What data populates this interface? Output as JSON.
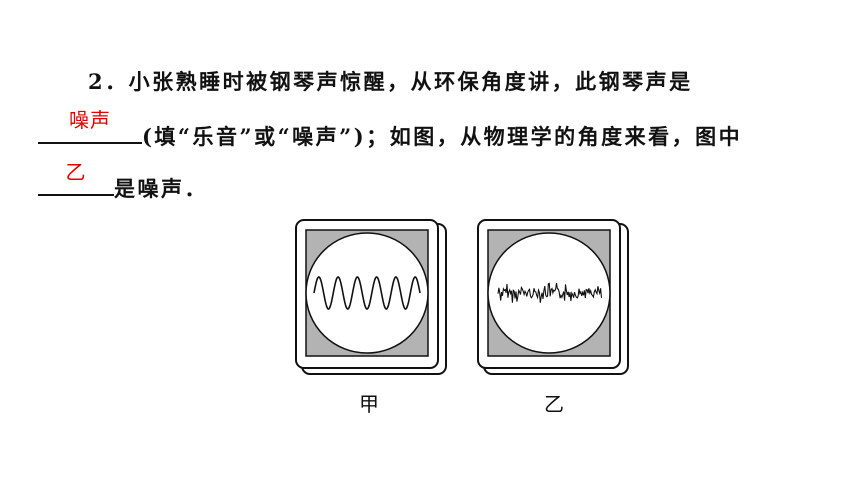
{
  "question": {
    "number": "2．",
    "line1": "小张熟睡时被钢琴声惊醒，从环保角度讲，此钢琴声是",
    "line2_rest": "(填“乐音”或“噪声”)；如图，从物理学的角度来看，图中",
    "line3_rest": "是噪声．"
  },
  "answers": {
    "blank1": "噪声",
    "blank2": "乙"
  },
  "figures": [
    {
      "caption": "甲",
      "signal": "regular sine wave"
    },
    {
      "caption": "乙",
      "signal": "irregular noise"
    }
  ],
  "colors": {
    "answer": "#e00000",
    "screen_bg": "#b3b3b3",
    "text": "#111111"
  }
}
